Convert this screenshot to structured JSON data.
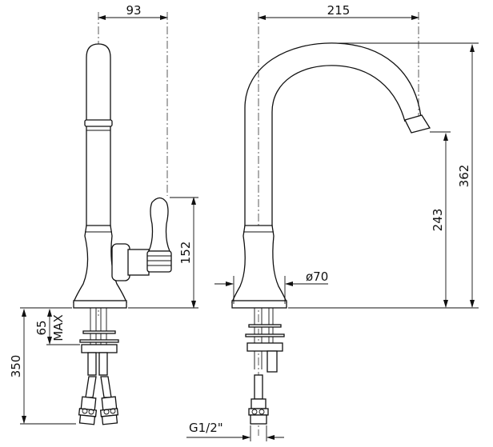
{
  "dimensions": {
    "handle_offset": "93",
    "spout_reach": "215",
    "total_height": "362",
    "spout_outlet_height": "243",
    "handle_height": "152",
    "max_deck_thickness_value": "65",
    "max_deck_thickness_label": "MAX",
    "hose_length": "350",
    "base_diameter": "ø70",
    "connection_thread": "G1/2\""
  }
}
